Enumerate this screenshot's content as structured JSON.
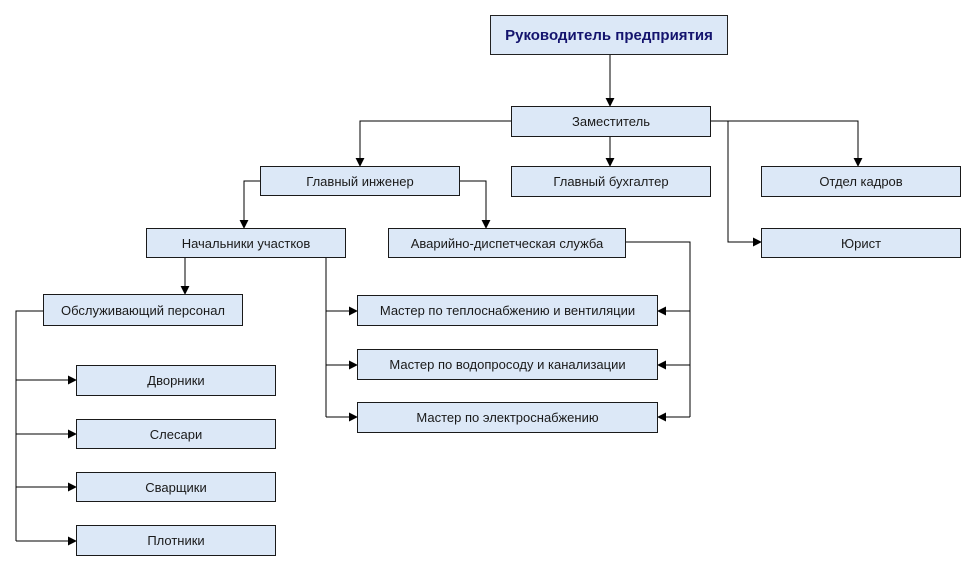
{
  "nodes": {
    "director": "Руководитель предприятия",
    "deputy": "Заместитель",
    "chief_engineer": "Главный инженер",
    "chief_accountant": "Главный бухгалтер",
    "hr": "Отдел кадров",
    "lawyer": "Юрист",
    "site_heads": "Начальники участков",
    "emergency": "Аварийно-диспетческая служба",
    "service_staff": "Обслуживающий персонал",
    "janitors": "Дворники",
    "locksmiths": "Слесари",
    "welders": "Сварщики",
    "carpenters": "Плотники",
    "master_heat": "Мастер по теплоснабжению и вентиляции",
    "master_water": "Мастер по водопросоду и канализации",
    "master_electric": "Мастер по электроснабжению"
  }
}
